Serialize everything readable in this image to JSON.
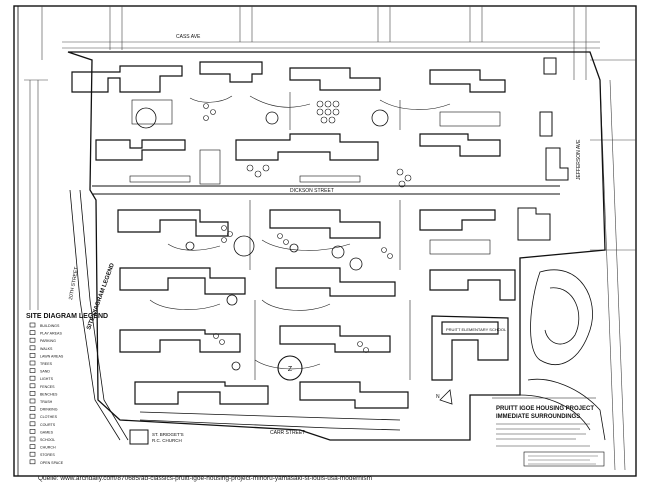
{
  "sheet": {
    "title_line1": "PRUITT IGOE HOUSING PROJECT",
    "title_line2": "IMMEDIATE SURROUNDINGS",
    "legend_title": "SITE DIAGRAM LEGEND",
    "legend_side_label": "SITE DIAGRAM LEGEND",
    "north_label": "N"
  },
  "streets": {
    "top": "CASS AVE",
    "middle": "DICKSON STREET",
    "left": "20TH STREET",
    "right": "JEFFERSON AVE",
    "bottom": "CARR STREET"
  },
  "landmarks": {
    "church_name": "ST. BRIDGET'S",
    "church_sub": "R.C. CHURCH",
    "school": "PRUITT ELEMENTARY SCHOOL",
    "circle_label": "Z"
  },
  "legend_items": [
    {
      "label": "BUILDINGS"
    },
    {
      "label": "PLAY AREAS"
    },
    {
      "label": "PARKING"
    },
    {
      "label": "WALKS"
    },
    {
      "label": "LAWN AREAS"
    },
    {
      "label": "TREES"
    },
    {
      "label": "SAND"
    },
    {
      "label": "LIGHTS"
    },
    {
      "label": "FENCES"
    },
    {
      "label": "BENCHES"
    },
    {
      "label": "TRASH"
    },
    {
      "label": "DRINKING"
    },
    {
      "label": "CLOTHES"
    },
    {
      "label": "COURTS"
    },
    {
      "label": "GAMES"
    },
    {
      "label": "SCHOOL"
    },
    {
      "label": "CHURCH"
    },
    {
      "label": "STORES"
    },
    {
      "label": "OPEN SPACE"
    }
  ],
  "caption": "Quelle: www.archdaily.com/870685/ad-classics-pruitt-igoe-housing-project-minoru-yamasaki-st-louis-usa-modernism"
}
